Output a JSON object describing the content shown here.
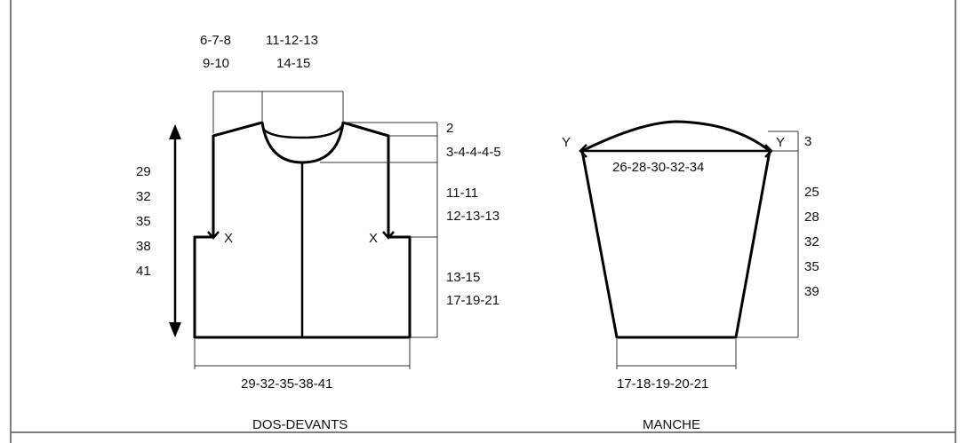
{
  "dos_devants": {
    "title": "DOS-DEVANTS",
    "neck_side": [
      "6-7-8",
      "9-10"
    ],
    "neck_width": [
      "11-12-13",
      "14-15"
    ],
    "height": [
      "29",
      "32",
      "35",
      "38",
      "41"
    ],
    "shoulder_drop": "2",
    "neck_depth": "3-4-4-4-5",
    "armhole": [
      "11-11",
      "12-13-13"
    ],
    "body": [
      "13-15",
      "17-19-21"
    ],
    "width": "29-32-35-38-41",
    "marker_x": "X"
  },
  "manche": {
    "title": "MANCHE",
    "top_width": "26-28-30-32-34",
    "cap": "3",
    "length": [
      "25",
      "28",
      "32",
      "35",
      "39"
    ],
    "bottom_width": "17-18-19-20-21",
    "marker_y": "Y"
  },
  "colors": {
    "line": "#000000",
    "frame": "#555555"
  }
}
